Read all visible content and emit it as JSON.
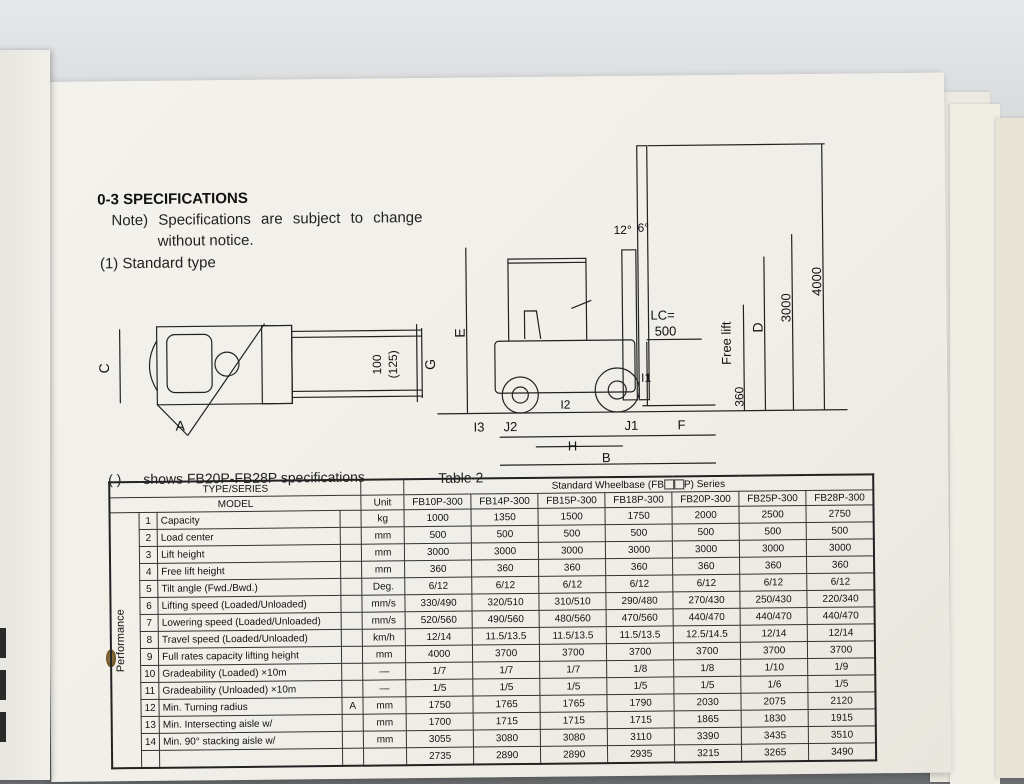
{
  "heading": "0-3 SPECIFICATIONS",
  "note_line1": "Note) Specifications are subject to change",
  "note_line2": "without notice.",
  "type_label": "(1) Standard type",
  "shows_paren": "(      )",
  "shows_text": "shows FB20P-FB28P specifications",
  "table_label": "Table 2",
  "diagram_labels": {
    "C": "C",
    "A": "A",
    "G": "G",
    "E": "E",
    "D": "D",
    "B": "B",
    "H": "H",
    "F": "F",
    "J1": "J1",
    "J2": "J2",
    "I1": "I1",
    "I2": "I2",
    "I3": "I3",
    "angle_fwd": "12°",
    "angle_bwd": "6°",
    "lc": "LC=",
    "lc_val": "500",
    "fork_dim": "100",
    "fork_dim2": "(125)",
    "free_lift": "Free lift",
    "h3000": "3000",
    "h4000": "4000",
    "h360": "360"
  },
  "table": {
    "type_series": "TYPE/SERIES",
    "model": "MODEL",
    "unit": "Unit",
    "series_prefix": "Standard Wheelbase (FB",
    "series_suffix": "P) Series",
    "category": "Performance",
    "models": [
      "FB10P-300",
      "FB14P-300",
      "FB15P-300",
      "FB18P-300",
      "FB20P-300",
      "FB25P-300",
      "FB28P-300"
    ],
    "rows": [
      {
        "no": "1",
        "item": "Capacity",
        "a": "",
        "unit": "kg",
        "vals": [
          "1000",
          "1350",
          "1500",
          "1750",
          "2000",
          "2500",
          "2750"
        ]
      },
      {
        "no": "2",
        "item": "Load center",
        "a": "",
        "unit": "mm",
        "vals": [
          "500",
          "500",
          "500",
          "500",
          "500",
          "500",
          "500"
        ]
      },
      {
        "no": "3",
        "item": "Lift height",
        "a": "",
        "unit": "mm",
        "vals": [
          "3000",
          "3000",
          "3000",
          "3000",
          "3000",
          "3000",
          "3000"
        ]
      },
      {
        "no": "4",
        "item": "Free lift height",
        "a": "",
        "unit": "mm",
        "vals": [
          "360",
          "360",
          "360",
          "360",
          "360",
          "360",
          "360"
        ]
      },
      {
        "no": "5",
        "item": "Tilt angle (Fwd./Bwd.)",
        "a": "",
        "unit": "Deg.",
        "vals": [
          "6/12",
          "6/12",
          "6/12",
          "6/12",
          "6/12",
          "6/12",
          "6/12"
        ]
      },
      {
        "no": "6",
        "item": "Lifting speed (Loaded/Unloaded)",
        "a": "",
        "unit": "mm/s",
        "vals": [
          "330/490",
          "320/510",
          "310/510",
          "290/480",
          "270/430",
          "250/430",
          "220/340"
        ]
      },
      {
        "no": "7",
        "item": "Lowering speed (Loaded/Unloaded)",
        "a": "",
        "unit": "mm/s",
        "vals": [
          "520/560",
          "490/560",
          "480/560",
          "470/560",
          "440/470",
          "440/470",
          "440/470"
        ]
      },
      {
        "no": "8",
        "item": "Travel speed (Loaded/Unloaded)",
        "a": "",
        "unit": "km/h",
        "vals": [
          "12/14",
          "11.5/13.5",
          "11.5/13.5",
          "11.5/13.5",
          "12.5/14.5",
          "12/14",
          "12/14"
        ]
      },
      {
        "no": "9",
        "item": "Full rates capacity lifting height",
        "a": "",
        "unit": "mm",
        "vals": [
          "4000",
          "3700",
          "3700",
          "3700",
          "3700",
          "3700",
          "3700"
        ]
      },
      {
        "no": "10",
        "item": "Gradeability (Loaded)    ×10m",
        "a": "",
        "unit": "—",
        "vals": [
          "1/7",
          "1/7",
          "1/7",
          "1/8",
          "1/8",
          "1/10",
          "1/9"
        ]
      },
      {
        "no": "11",
        "item": "Gradeability (Unloaded) ×10m",
        "a": "",
        "unit": "—",
        "vals": [
          "1/5",
          "1/5",
          "1/5",
          "1/5",
          "1/5",
          "1/6",
          "1/5"
        ]
      },
      {
        "no": "12",
        "item": "Min. Turning radius",
        "a": "A",
        "unit": "mm",
        "vals": [
          "1750",
          "1765",
          "1765",
          "1790",
          "2030",
          "2075",
          "2120"
        ]
      },
      {
        "no": "13",
        "item": "Min. Intersecting aisle w/",
        "a": "",
        "unit": "mm",
        "vals": [
          "1700",
          "1715",
          "1715",
          "1715",
          "1865",
          "1830",
          "1915"
        ]
      },
      {
        "no": "14",
        "item": "Min. 90° stacking aisle w/",
        "a": "",
        "unit": "mm",
        "vals": [
          "3055",
          "3080",
          "3080",
          "3110",
          "3390",
          "3435",
          "3510"
        ]
      },
      {
        "no": "",
        "item": "",
        "a": "",
        "unit": "",
        "vals": [
          "2735",
          "2890",
          "2890",
          "2935",
          "3215",
          "3265",
          "3490"
        ]
      }
    ]
  }
}
